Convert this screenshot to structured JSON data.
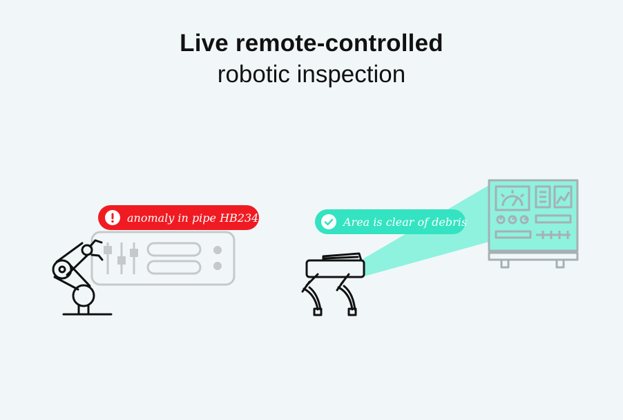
{
  "title": {
    "line1": "Live remote-controlled",
    "line2": "robotic inspection"
  },
  "alerts": {
    "anomaly": {
      "text": "anomaly in pipe HB234",
      "icon": "exclamation-icon",
      "color": "#f01b22"
    },
    "clear": {
      "text": "Area is clear of debris",
      "icon": "check-icon",
      "color": "#34e3c1"
    }
  },
  "colors": {
    "background": "#f1f7f9",
    "beam": "#8ef2de",
    "panel_outline": "#c6c9cb",
    "line_art": "#111111"
  }
}
